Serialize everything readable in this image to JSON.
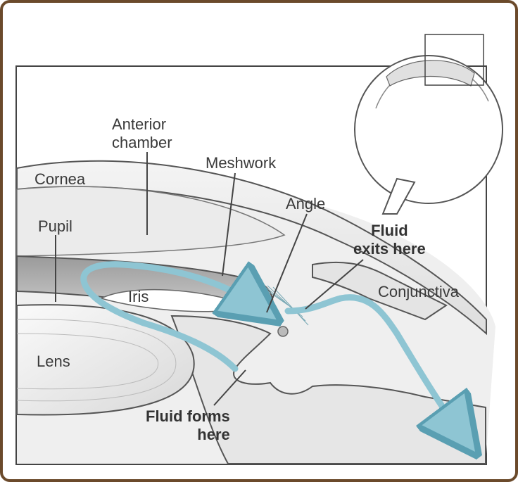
{
  "labels": {
    "anterior_chamber": "Anterior\nchamber",
    "meshwork": "Meshwork",
    "cornea": "Cornea",
    "angle": "Angle",
    "pupil": "Pupil",
    "fluid_exits": "Fluid\nexits here",
    "iris": "Iris",
    "conjunctiva": "Conjunctiva",
    "lens": "Lens",
    "fluid_forms": "Fluid forms\nhere"
  },
  "colors": {
    "frame": "#6b4a2b",
    "fluid": "#8ec5d3",
    "fluid_edge": "#5a9fb2",
    "tissue": "#dcdcdc",
    "outline": "#555555"
  }
}
